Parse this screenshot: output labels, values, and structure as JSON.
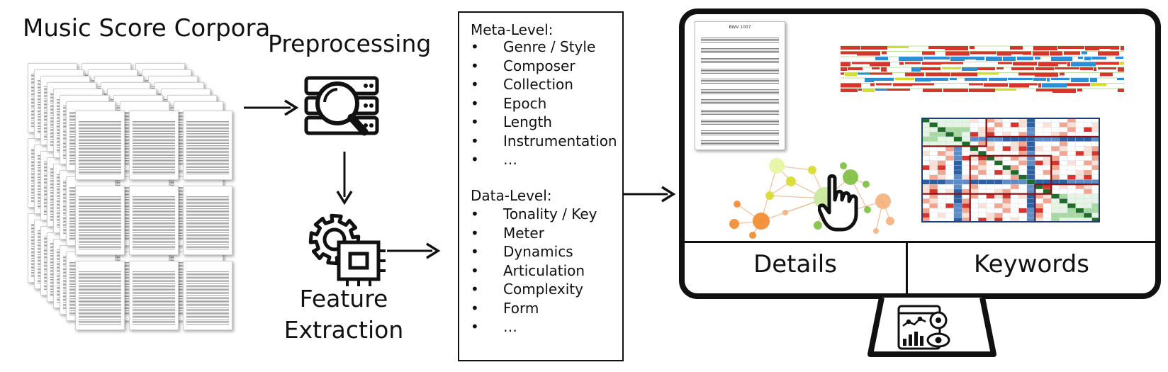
{
  "corpus": {
    "title": "Music Score Corpora"
  },
  "stages": {
    "preprocessing": "Preprocessing",
    "feature_extraction_line1": "Feature",
    "feature_extraction_line2": "Extraction"
  },
  "features": {
    "bullet": "•",
    "meta_title": "Meta-Level:",
    "meta_items": [
      "Genre / Style",
      "Composer",
      "Collection",
      "Epoch",
      "Length",
      "Instrumentation",
      "…"
    ],
    "data_title": "Data-Level:",
    "data_items": [
      "Tonality / Key",
      "Meter",
      "Dynamics",
      "Articulation",
      "Complexity",
      "Form",
      "…"
    ]
  },
  "dashboard": {
    "tabs": [
      "Details",
      "Keywords"
    ],
    "score_heading": "BWV 1007"
  },
  "colors": {
    "red": "#d7342c",
    "blue": "#2a8fd6",
    "orange": "#f28a2b",
    "green": "#7bbf3e",
    "yellow": "#d6dc2a",
    "darkblue": "#1b3f73",
    "darkred": "#8b1010"
  }
}
